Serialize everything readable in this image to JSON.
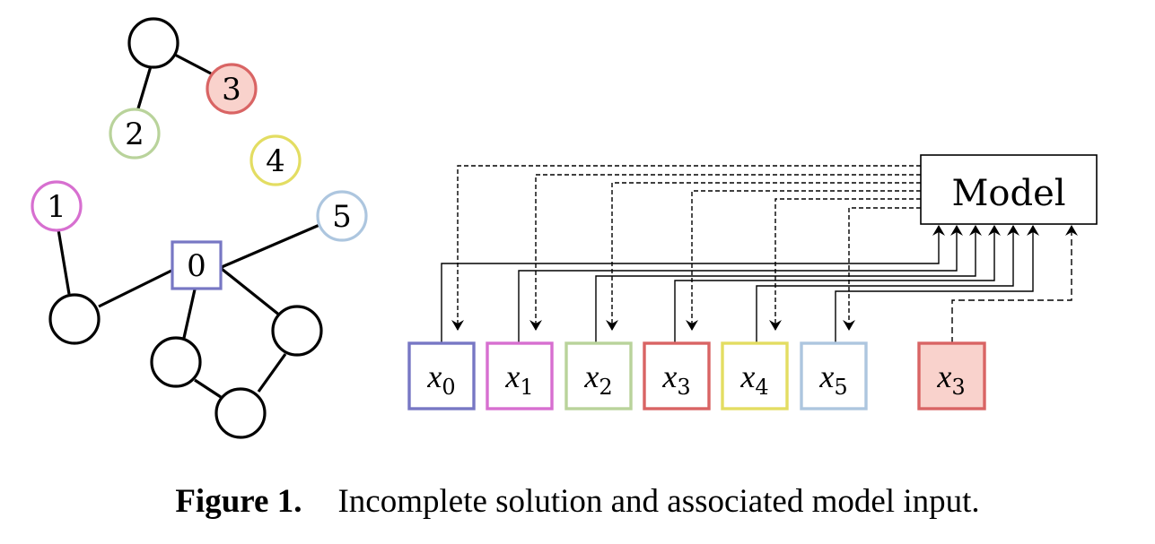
{
  "graph": {
    "labeled_nodes": [
      {
        "id": "node-0",
        "label": "0",
        "shape": "square",
        "color": "#7777c4"
      },
      {
        "id": "node-1",
        "label": "1",
        "shape": "circle",
        "color": "#d76fd0"
      },
      {
        "id": "node-2",
        "label": "2",
        "shape": "circle",
        "color": "#b9d39b"
      },
      {
        "id": "node-3",
        "label": "3",
        "shape": "circle",
        "color": "#d96464",
        "fill": "#f9d2cc"
      },
      {
        "id": "node-4",
        "label": "4",
        "shape": "circle",
        "color": "#e3dd62"
      },
      {
        "id": "node-5",
        "label": "5",
        "shape": "circle",
        "color": "#adc6df"
      }
    ]
  },
  "model": {
    "label": "Model"
  },
  "inputs": [
    {
      "base": "x",
      "sub": "0",
      "color": "#7777c4"
    },
    {
      "base": "x",
      "sub": "1",
      "color": "#d76fd0"
    },
    {
      "base": "x",
      "sub": "2",
      "color": "#b9d39b"
    },
    {
      "base": "x",
      "sub": "3",
      "color": "#d96464"
    },
    {
      "base": "x",
      "sub": "4",
      "color": "#e3dd62"
    },
    {
      "base": "x",
      "sub": "5",
      "color": "#adc6df"
    }
  ],
  "extra_input": {
    "base": "x",
    "sub": "3",
    "color": "#d96464",
    "fill": "#f9d2cc"
  },
  "caption": {
    "label": "Figure 1.",
    "text": "Incomplete solution and associated model input."
  }
}
